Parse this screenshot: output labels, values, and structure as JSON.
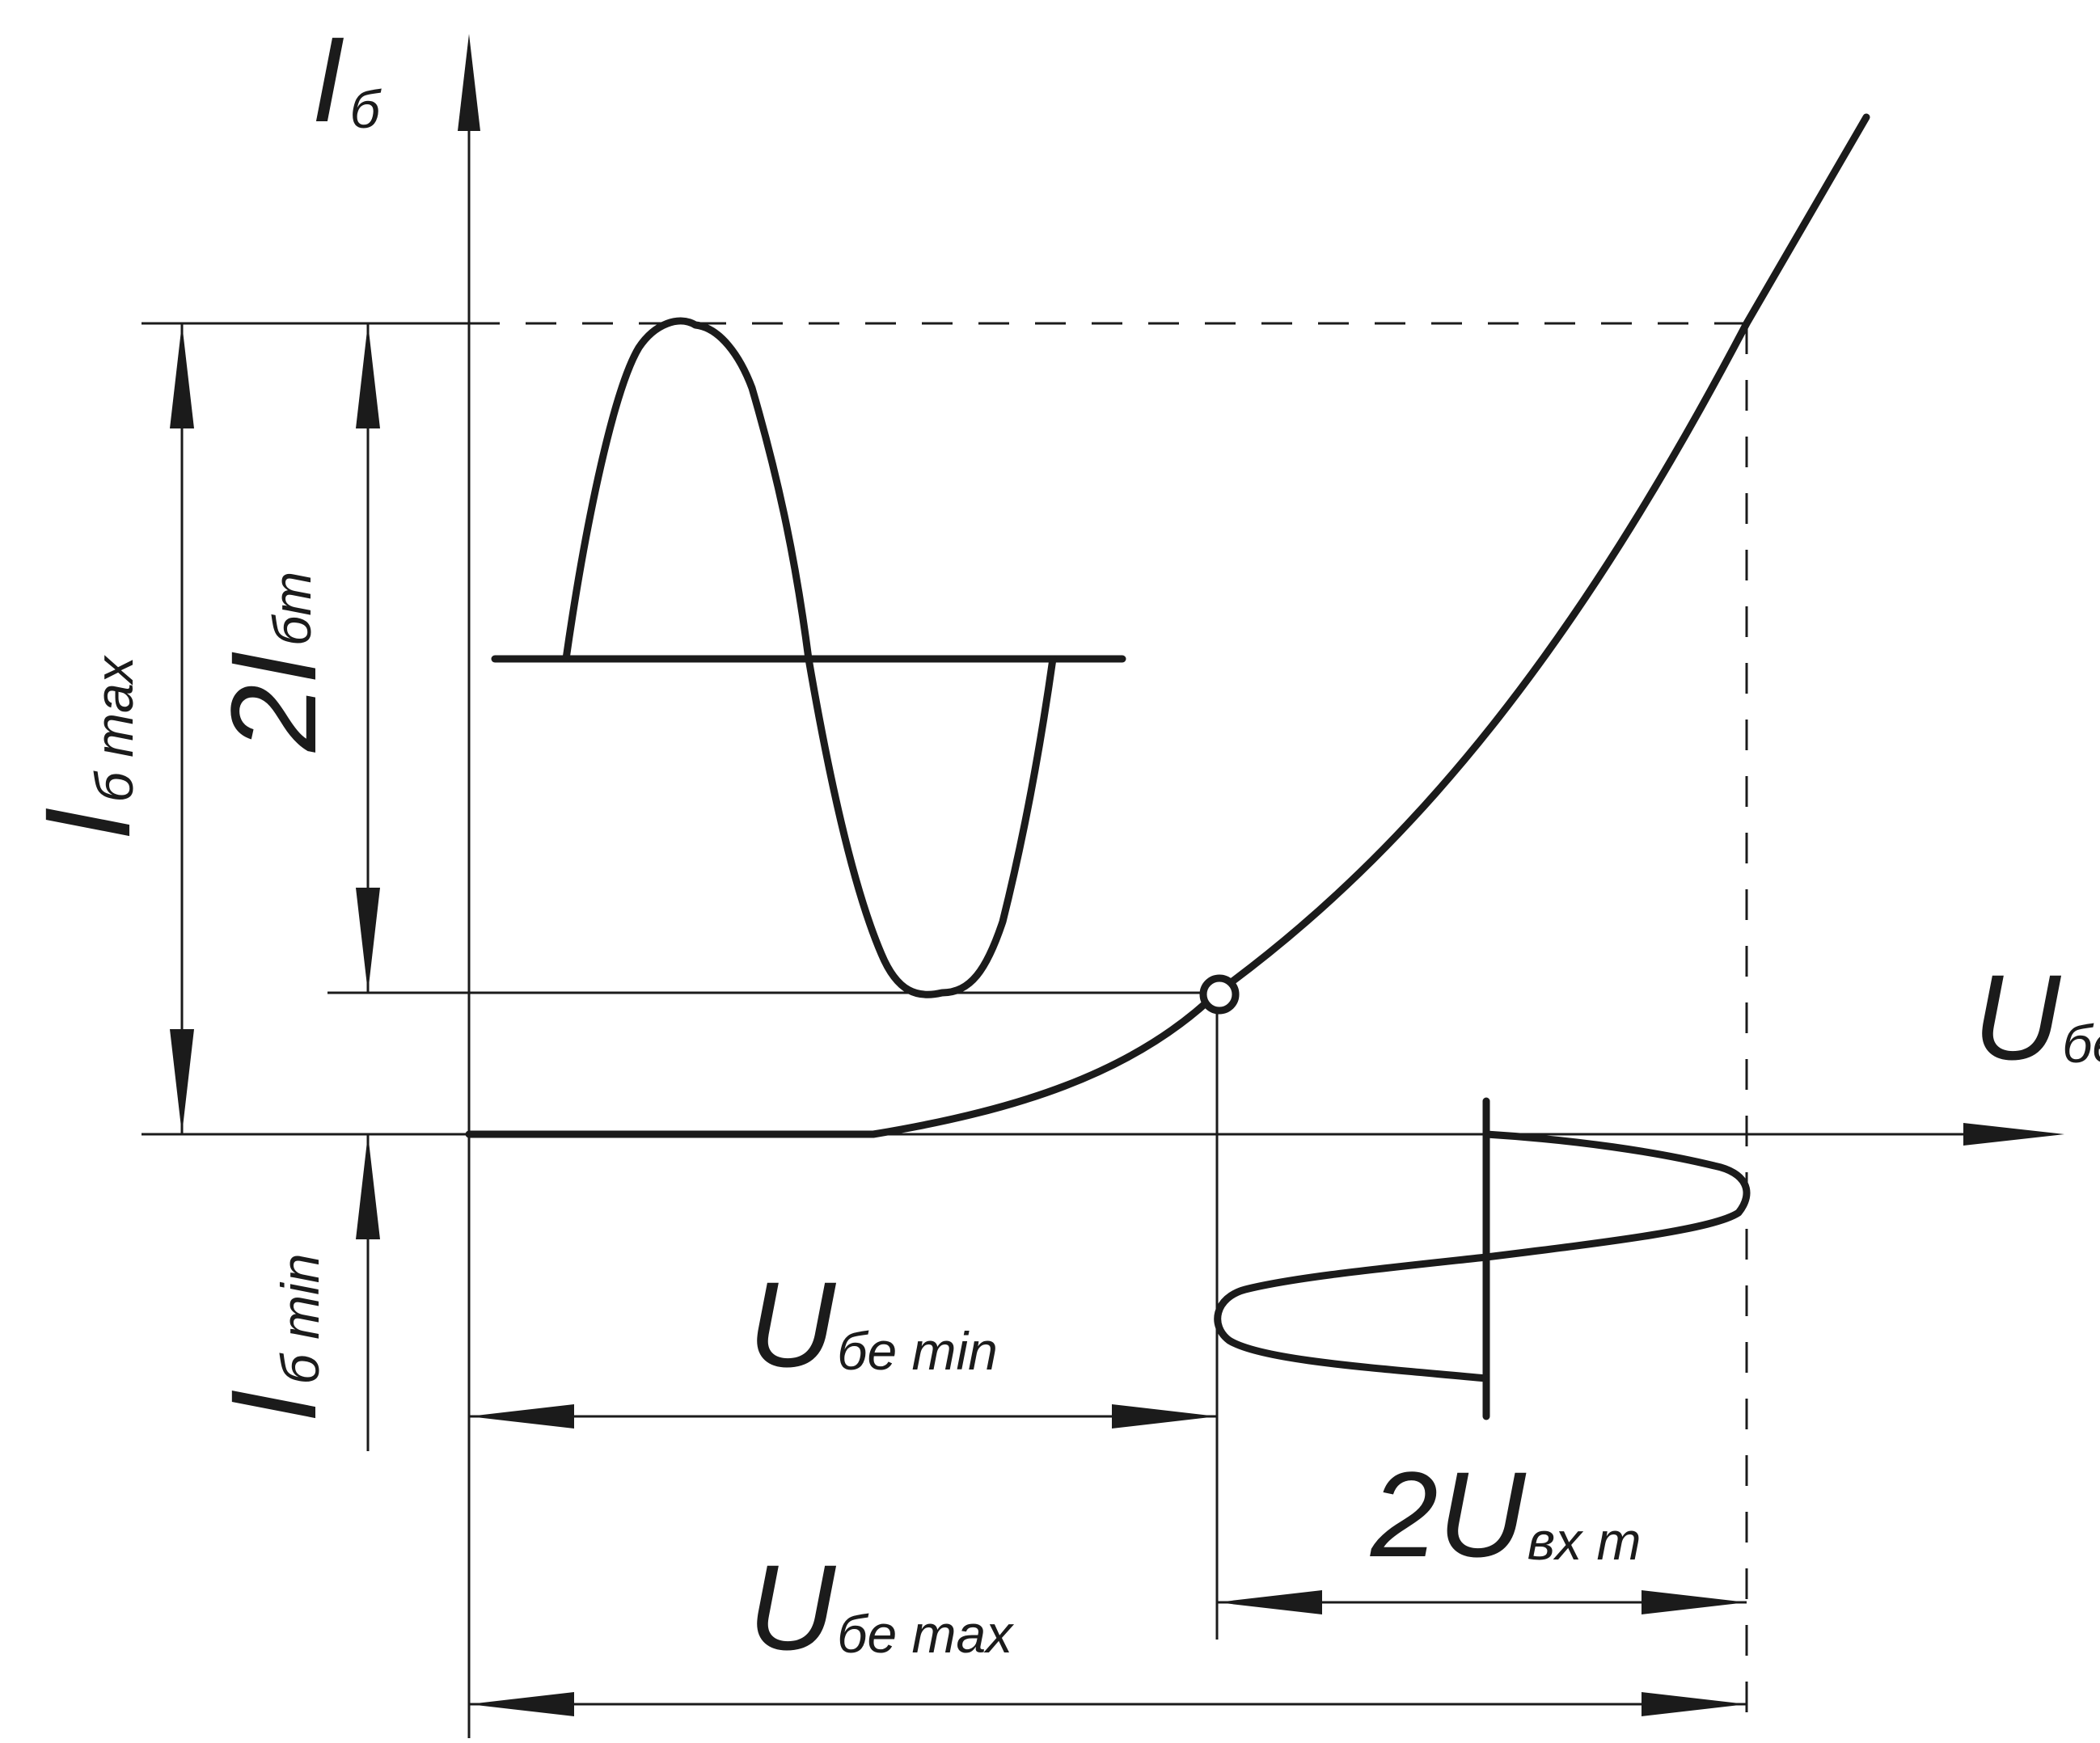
{
  "labels": {
    "y_axis": {
      "main": "I",
      "sub": "б"
    },
    "x_axis": {
      "main": "U",
      "sub": "бе"
    },
    "ib_max": {
      "main": "I",
      "sub": "б max"
    },
    "two_ibm": {
      "main": "2I",
      "sub": "бm"
    },
    "ib_min": {
      "main": "I",
      "sub": "б min"
    },
    "ube_min": {
      "main": "U",
      "sub": "бе min"
    },
    "ube_max": {
      "main": "U",
      "sub": "бе max"
    },
    "two_uin": {
      "main": "2U",
      "sub": "вх m"
    }
  },
  "colors": {
    "ink": "#1b1b1b",
    "background": "#ffffff"
  }
}
